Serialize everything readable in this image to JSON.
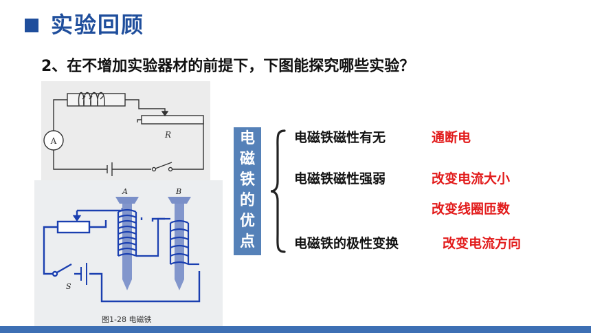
{
  "header": {
    "title": "实验回顾",
    "accent_color": "#1f4e9c"
  },
  "question": "2、在不增加实验器材的前提下，下图能探究哪些实验？",
  "figure_top": {
    "label_R": "R",
    "label_A": "A"
  },
  "figure_bottom": {
    "label_A": "A",
    "label_B": "B",
    "label_S": "S",
    "caption": "图1-28  电磁铁"
  },
  "advantages_box": {
    "chars": [
      "电",
      "磁",
      "铁",
      "的",
      "优",
      "点"
    ],
    "color": "#5581b8"
  },
  "items": [
    {
      "label": "电磁铁磁性有无",
      "answer": "通断电"
    },
    {
      "label": "电磁铁磁性强弱",
      "answer": "改变电流大小"
    },
    {
      "label": "",
      "answer": "改变线圈匝数"
    },
    {
      "label": "电磁铁的极性变换",
      "answer": "改变电流方向"
    }
  ],
  "colors": {
    "answer": "#e21b1b",
    "bottom_bar": "#3d6fb4",
    "wire": "#1a3fb0"
  }
}
